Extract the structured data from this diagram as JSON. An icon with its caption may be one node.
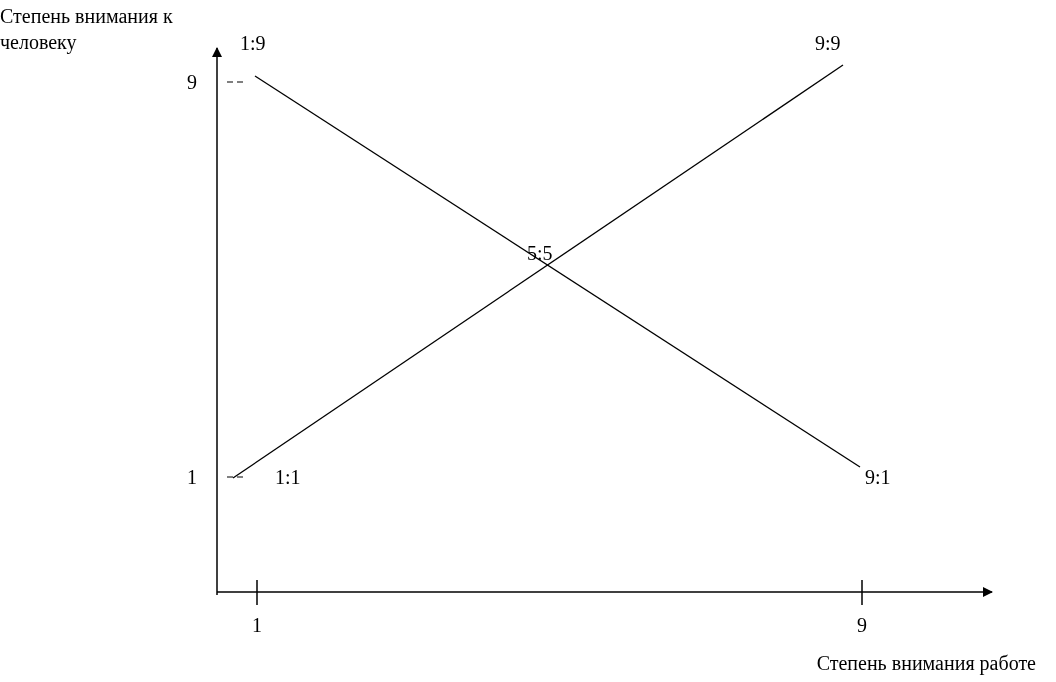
{
  "diagram": {
    "labels": [
      "Степень внимания к человеку",
      "1:9",
      "9:9",
      "9",
      "5:5",
      "1",
      "1:1",
      "9:1",
      "1",
      "9",
      "Степень внимания работе"
    ]
  }
}
